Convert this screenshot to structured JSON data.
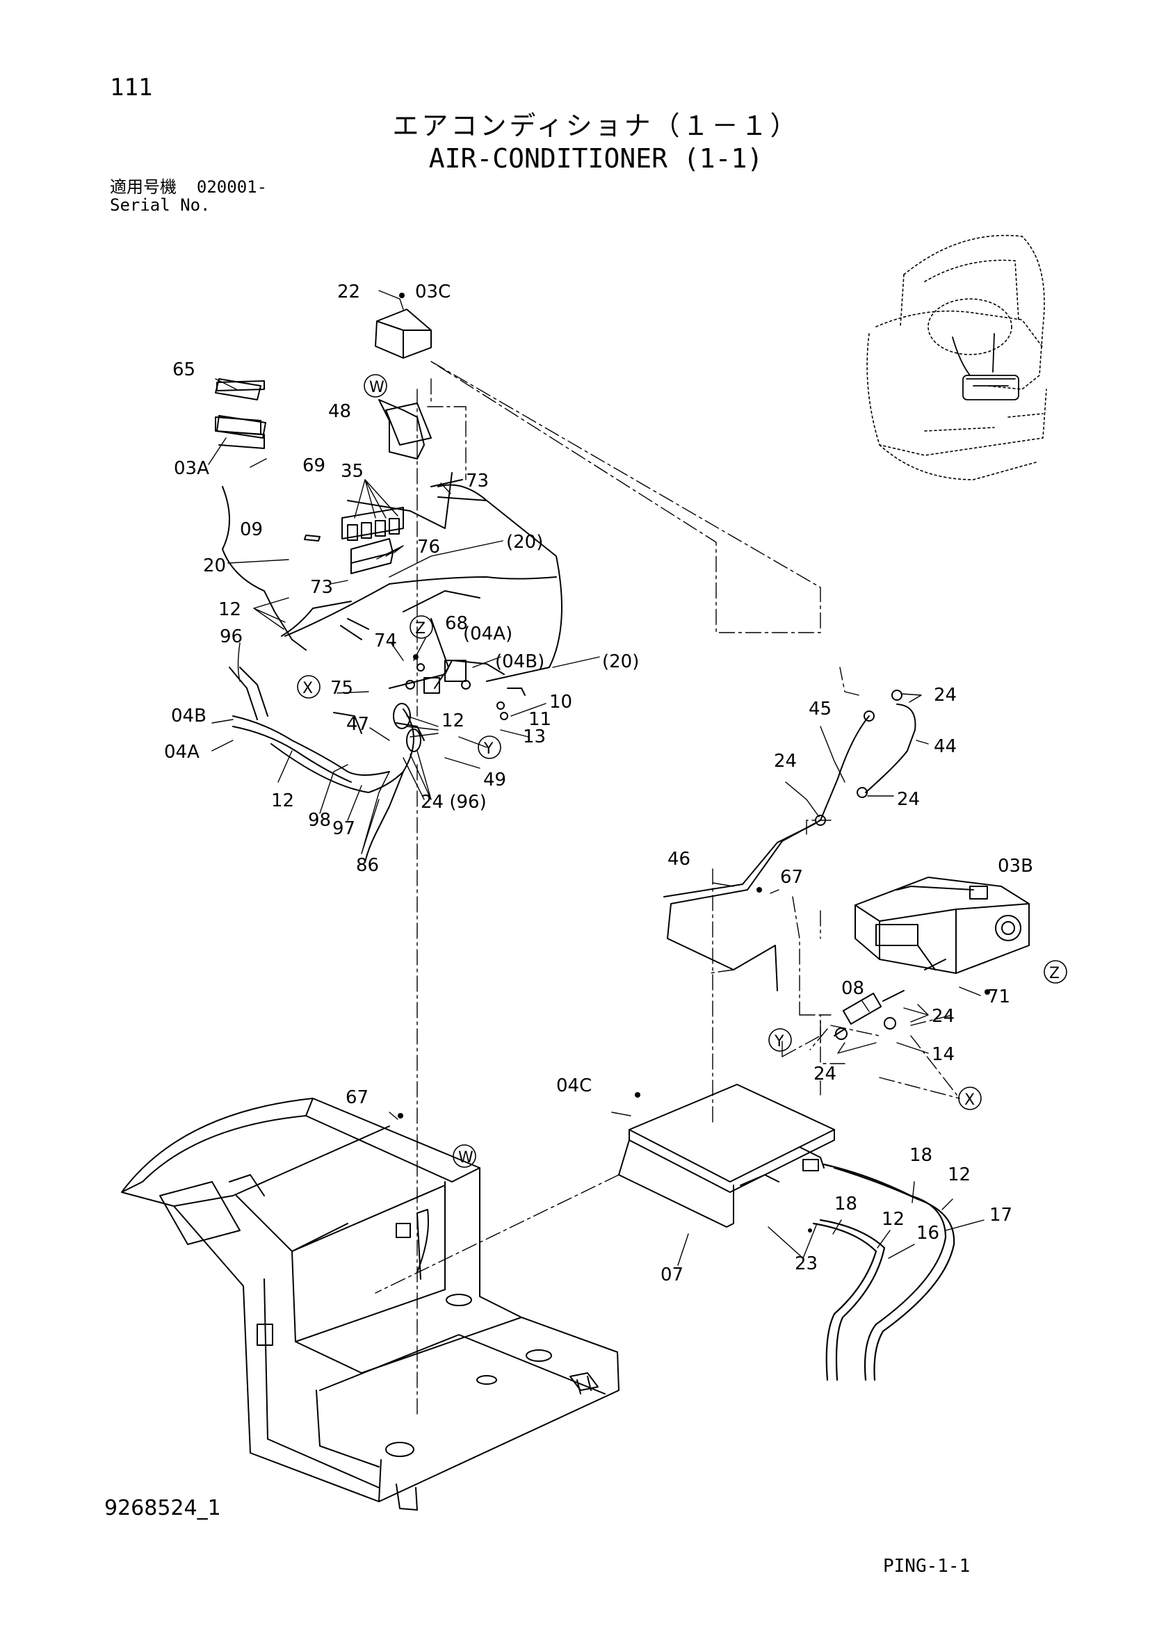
{
  "header": {
    "page_number": "111",
    "title_jp": "エアコンディショナ（１－１）",
    "title_en": "AIR-CONDITIONER (1-1)",
    "serial_label_jp": "適用号機",
    "serial_value": "020001-",
    "serial_label_en": "Serial No."
  },
  "footer": {
    "drawing_code": "9268524_1",
    "sheet_code": "PING-1-1"
  },
  "callouts": {
    "c22": "22",
    "c03C": "03C",
    "cW_top": "W",
    "c65": "65",
    "c48": "48",
    "c03A": "03A",
    "c69": "69",
    "c35": "35",
    "c73_top": "73",
    "c09": "09",
    "c76": "76",
    "c20_right": "(20)",
    "c20_left": "20",
    "c73_mid": "73",
    "c12_upper": "12",
    "c96": "96",
    "cZ_mid": "Z",
    "c68": "68",
    "c04A_paren": "(04A)",
    "c74": "74",
    "c04B_paren": "(04B)",
    "c20_far": "(20)",
    "cX_mid": "X",
    "c75": "75",
    "c10": "10",
    "c04B": "04B",
    "c47": "47",
    "c12_mid": "12",
    "c11": "11",
    "c04A": "04A",
    "c13": "13",
    "cY_mid": "Y",
    "c49": "49",
    "c12_low": "12",
    "c24_96": "24 (96)",
    "c98": "98",
    "c97": "97",
    "c86": "86",
    "c24_a": "24",
    "c45": "45",
    "c44": "44",
    "c24_b": "24",
    "c24_c": "24",
    "c46": "46",
    "c67_right": "67",
    "c03B": "03B",
    "cZ_right": "Z",
    "c08": "08",
    "c71": "71",
    "c24_d": "24",
    "cY_low": "Y",
    "c24_e": "24",
    "c14": "14",
    "cX_low": "X",
    "c04C": "04C",
    "c67_low": "67",
    "cW_low": "W",
    "c18_a": "18",
    "c12_r1": "12",
    "c17": "17",
    "c18_b": "18",
    "c12_r2": "12",
    "c16": "16",
    "c23": "23",
    "c07": "07"
  }
}
